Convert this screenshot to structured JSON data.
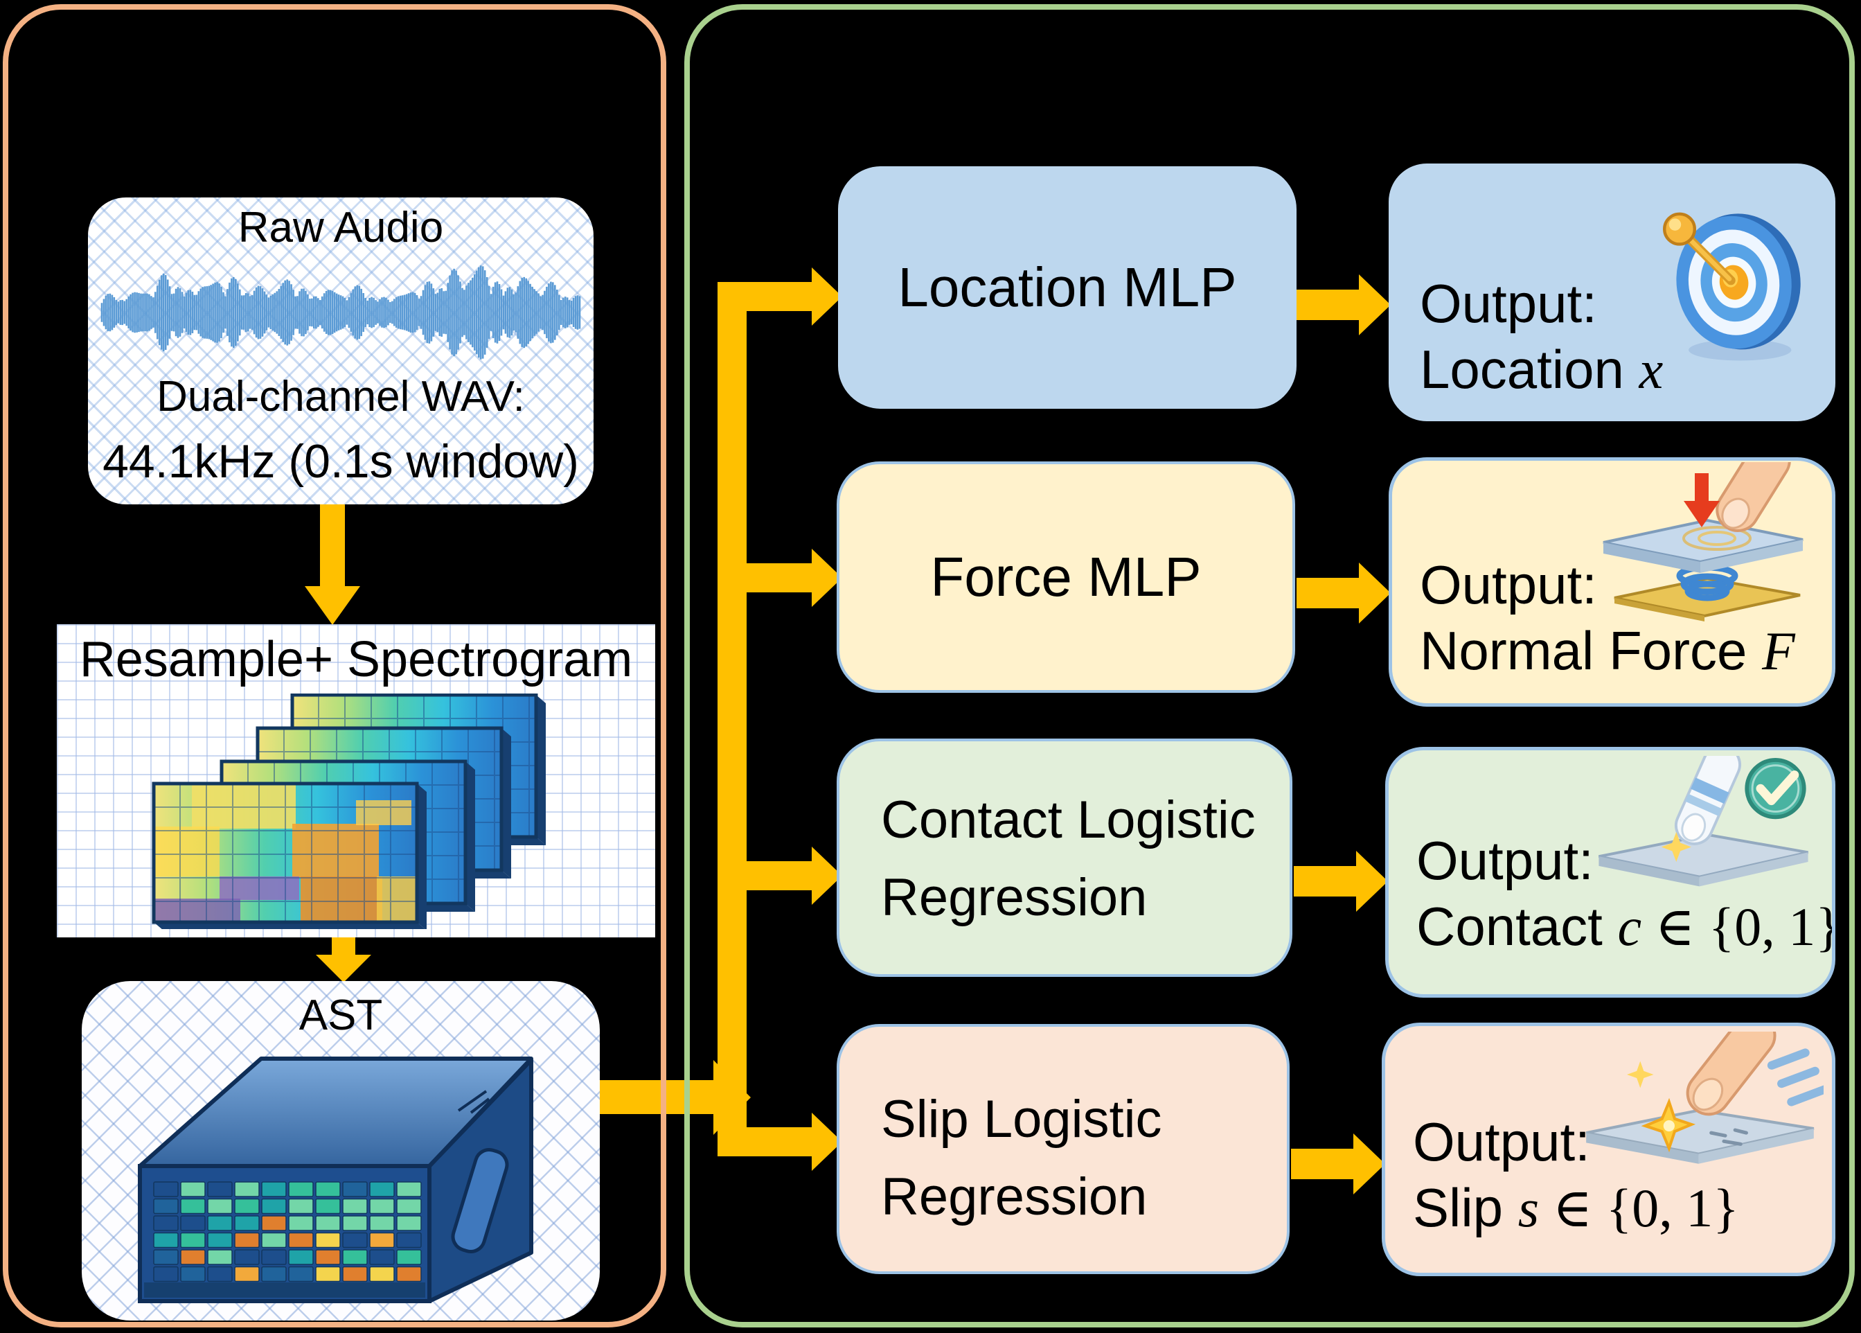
{
  "figure": {
    "kind": "model-architecture-diagram",
    "theme": "audio tactile sensing pipeline"
  },
  "colors": {
    "background": "#000000",
    "input_panel_border": "#f4b183",
    "heads_panel_border": "#a9d18e",
    "arrow": "#ffc000",
    "box_border": "#9dc3e6",
    "waveform": "#5b9bd5",
    "text": "#000000"
  },
  "input_pipeline": {
    "raw_audio": {
      "title": "Raw Audio",
      "caption_line1": "Dual-channel WAV:",
      "caption_line2": "44.1kHz (0.1s window)",
      "graphic": "waveform-graphic"
    },
    "resample": {
      "title": "Resample+ Spectrogram",
      "graphic": "spectrogram-stack-graphic"
    },
    "ast": {
      "title": "AST",
      "graphic": "ast-encoder-graphic"
    }
  },
  "heads": {
    "rows": [
      {
        "id": "location",
        "model_line1": "Location MLP",
        "model_line2": "",
        "output_label": "Output:",
        "result_prefix": "Location ",
        "result_var": "x",
        "result_rest": "",
        "icon": "target-icon",
        "fill": "#bdd7ee"
      },
      {
        "id": "force",
        "model_line1": "Force MLP",
        "model_line2": "",
        "output_label": "Output:",
        "result_prefix": "Normal Force ",
        "result_var": "F",
        "result_rest": "",
        "icon": "force-press-icon",
        "fill": "#fff2cc"
      },
      {
        "id": "contact",
        "model_line1": "Contact Logistic",
        "model_line2": "Regression",
        "output_label": "Output:",
        "result_prefix": "Contact ",
        "result_var": "c",
        "result_rest": " ∈ {0, 1}",
        "icon": "contact-check-icon",
        "fill": "#e2efda"
      },
      {
        "id": "slip",
        "model_line1": "Slip Logistic",
        "model_line2": "Regression",
        "output_label": "Output:",
        "result_prefix": "Slip ",
        "result_var": "s",
        "result_rest": " ∈ {0, 1}",
        "icon": "slip-finger-icon",
        "fill": "#fbe5d6"
      }
    ]
  }
}
